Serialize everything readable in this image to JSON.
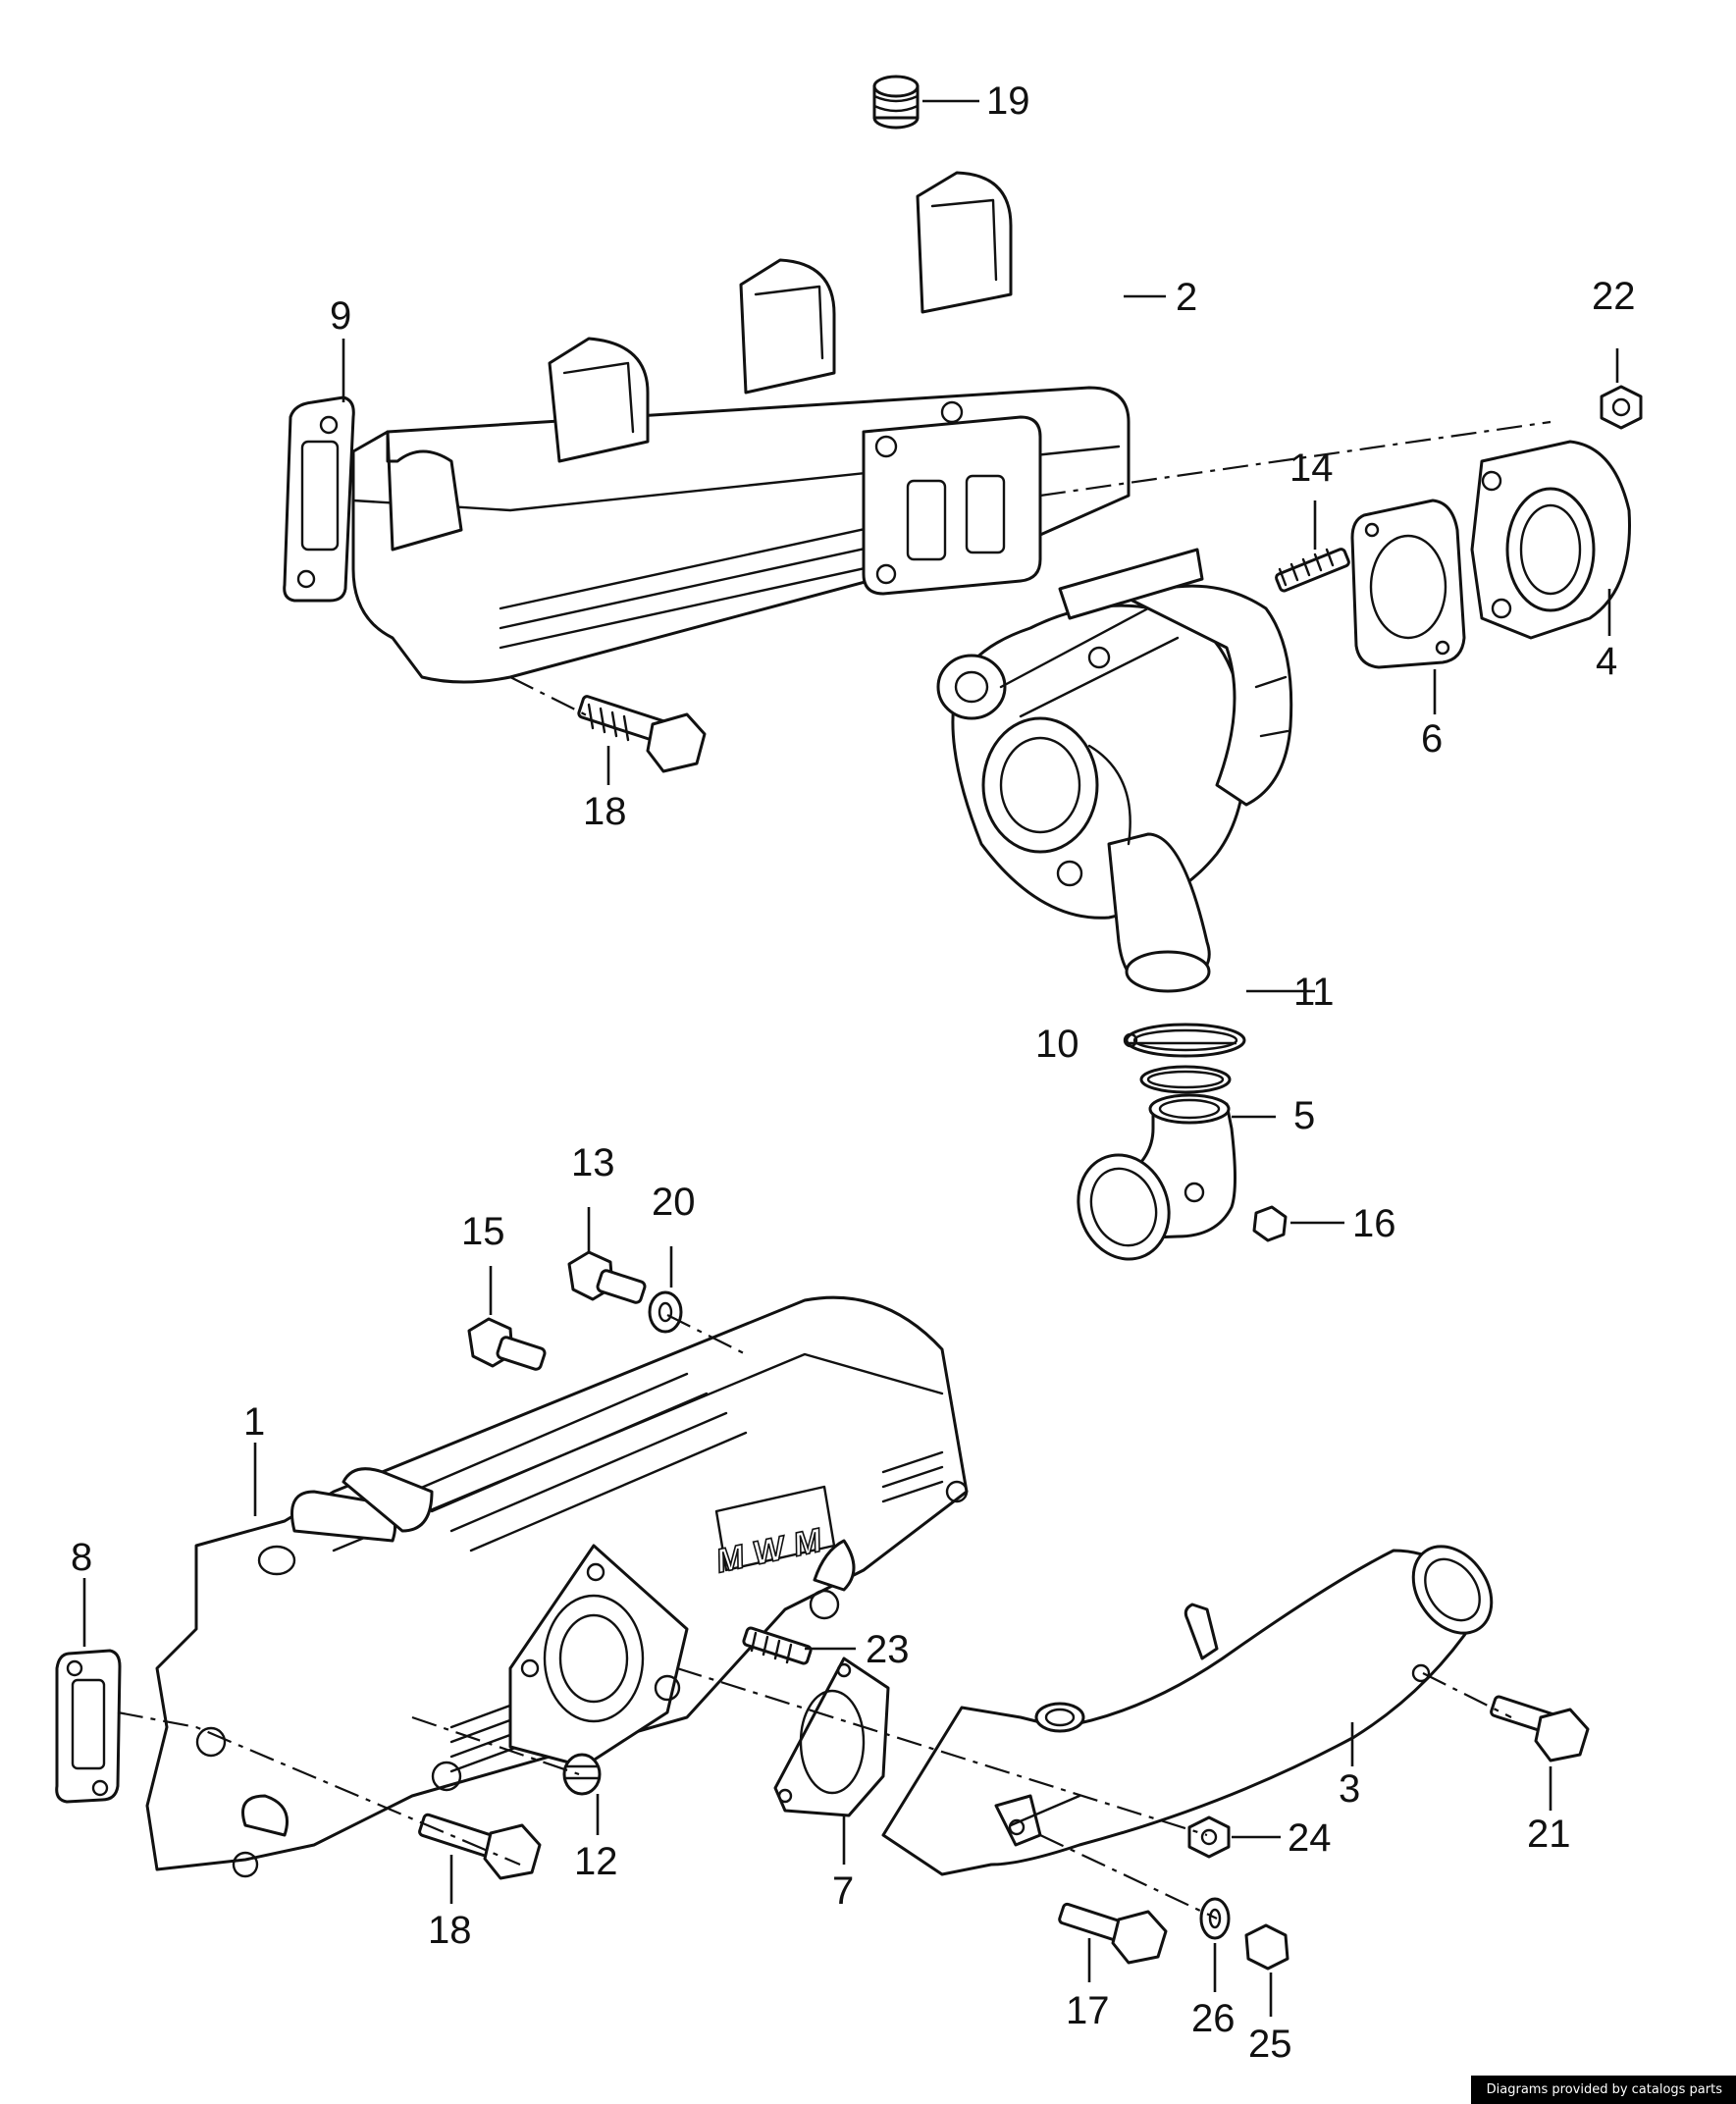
{
  "callouts": [
    {
      "id": "c1",
      "label": "1"
    },
    {
      "id": "c2",
      "label": "2"
    },
    {
      "id": "c3",
      "label": "3"
    },
    {
      "id": "c4",
      "label": "4"
    },
    {
      "id": "c5",
      "label": "5"
    },
    {
      "id": "c6",
      "label": "6"
    },
    {
      "id": "c7",
      "label": "7"
    },
    {
      "id": "c8",
      "label": "8"
    },
    {
      "id": "c9",
      "label": "9"
    },
    {
      "id": "c10",
      "label": "10"
    },
    {
      "id": "c11",
      "label": "11"
    },
    {
      "id": "c12",
      "label": "12"
    },
    {
      "id": "c13",
      "label": "13"
    },
    {
      "id": "c14",
      "label": "14"
    },
    {
      "id": "c15",
      "label": "15"
    },
    {
      "id": "c16",
      "label": "16"
    },
    {
      "id": "c17",
      "label": "17"
    },
    {
      "id": "c18a",
      "label": "18"
    },
    {
      "id": "c18b",
      "label": "18"
    },
    {
      "id": "c19",
      "label": "19"
    },
    {
      "id": "c20",
      "label": "20"
    },
    {
      "id": "c21",
      "label": "21"
    },
    {
      "id": "c22",
      "label": "22"
    },
    {
      "id": "c23",
      "label": "23"
    },
    {
      "id": "c24",
      "label": "24"
    },
    {
      "id": "c25",
      "label": "25"
    },
    {
      "id": "c26",
      "label": "26"
    }
  ],
  "logo": {
    "text": "MWM"
  },
  "footer": {
    "credit": "Diagrams provided by catalogs parts"
  }
}
